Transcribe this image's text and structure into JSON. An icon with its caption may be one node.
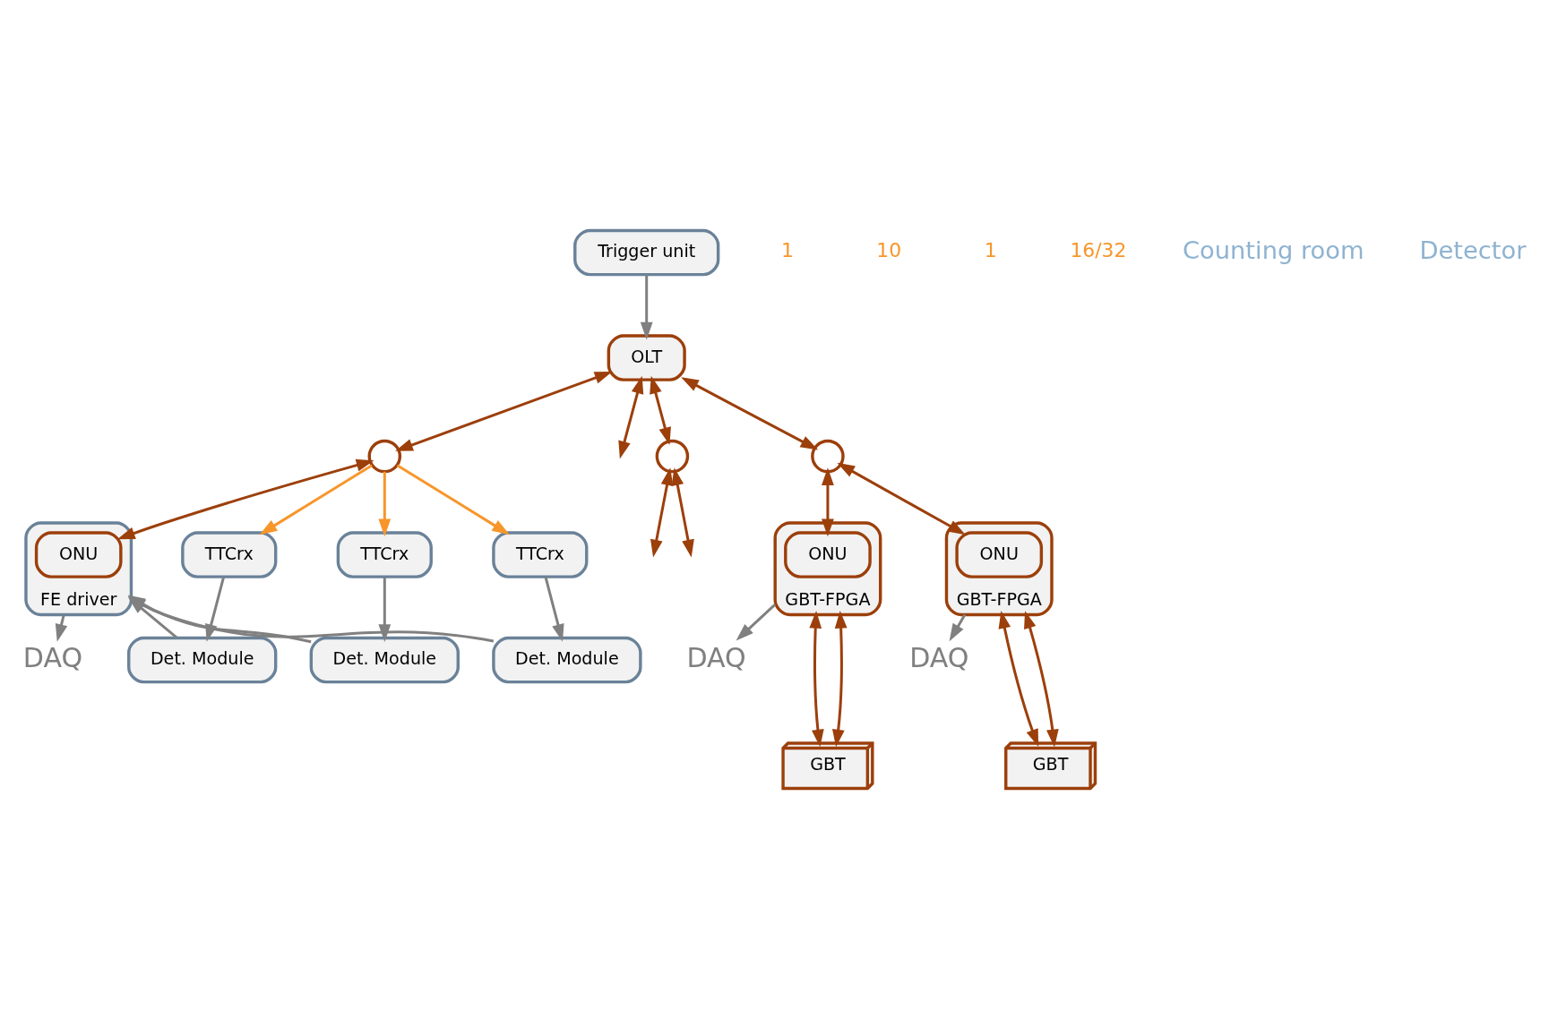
{
  "diagram": {
    "nodes": [
      {
        "text": [
          "Trigger unit"
        ]
      },
      {
        "text": [
          "OLT"
        ]
      },
      {
        "text": [],
        "shape": "circle"
      },
      {
        "text": [],
        "shape": "circle"
      },
      {
        "text": [],
        "shape": "circle"
      },
      {
        "text": [
          "FE driver"
        ]
      },
      {
        "text": [
          "ONU"
        ],
        "in": 5
      },
      {
        "text": [
          "GBT-FPGA"
        ]
      },
      {
        "text": [
          "ONU"
        ],
        "in": 7
      },
      {
        "text": [
          "GBT-FPGA"
        ]
      },
      {
        "text": [
          "ONU"
        ],
        "in": 9
      },
      {
        "text": [
          "DAQ"
        ]
      },
      {
        "text": [
          "DAQ"
        ]
      },
      {
        "text": [
          "DAQ"
        ]
      },
      {
        "text": [
          "TTCrx"
        ]
      },
      {
        "text": [
          "TTCrx"
        ]
      },
      {
        "text": [
          "TTCrx"
        ]
      },
      {
        "text": [
          "Det. Module"
        ]
      },
      {
        "text": [
          "Det. Module"
        ]
      },
      {
        "text": [
          "Det. Module"
        ]
      },
      {
        "text": [
          "GBT"
        ]
      },
      {
        "text": [
          "GBT"
        ]
      }
    ],
    "edges": [
      {
        "from": 0,
        "to": 1,
        "arrow": "to",
        "color": "#808080"
      },
      {
        "from": 1,
        "to": 2,
        "arrow": "both",
        "color": "#9c3f0b"
      },
      {
        "from": 1,
        "to": null,
        "arrow": "both",
        "color": "#9c3f0b"
      },
      {
        "from": 1,
        "to": 3,
        "arrow": "both",
        "color": "#9c3f0b"
      },
      {
        "from": 3,
        "to": null,
        "arrow": "both",
        "color": "#9c3f0b"
      },
      {
        "from": 3,
        "to": null,
        "arrow": "both",
        "color": "#9c3f0b"
      },
      {
        "from": 1,
        "to": 4,
        "arrow": "both",
        "color": "#9c3f0b"
      },
      {
        "from": 4,
        "to": 8,
        "arrow": "both",
        "color": "#9c3f0b"
      },
      {
        "from": 4,
        "to": 10,
        "arrow": "both",
        "color": "#9c3f0b"
      },
      {
        "from": 2,
        "to": 6,
        "arrow": "both",
        "color": "#9c3f0b"
      },
      {
        "from": 2,
        "to": 14,
        "arrow": "to",
        "color": "#f7962a"
      },
      {
        "from": 2,
        "to": 15,
        "arrow": "to",
        "color": "#f7962a"
      },
      {
        "from": 2,
        "to": 16,
        "arrow": "to",
        "color": "#f7962a"
      },
      {
        "from": 14,
        "to": 17,
        "arrow": "to",
        "color": "#808080"
      },
      {
        "from": 15,
        "to": 18,
        "arrow": "to",
        "color": "#808080"
      },
      {
        "from": 16,
        "to": 19,
        "arrow": "to",
        "color": "#808080"
      },
      {
        "from": 17,
        "to": 5,
        "arrow": "to",
        "color": "#808080"
      },
      {
        "from": 18,
        "to": 5,
        "arrow": "to",
        "color": "#808080"
      },
      {
        "from": 19,
        "to": 5,
        "arrow": "to",
        "color": "#808080"
      },
      {
        "from": 5,
        "to": 11,
        "arrow": "to",
        "color": "#808080"
      },
      {
        "from": 7,
        "to": 12,
        "arrow": "to",
        "color": "#808080"
      },
      {
        "from": 9,
        "to": 13,
        "arrow": "to",
        "color": "#808080"
      },
      {
        "from": 7,
        "to": 20,
        "arrow": "both",
        "color": "#9c3f0b"
      },
      {
        "from": 7,
        "to": 20,
        "arrow": "both",
        "color": "#9c3f0b"
      },
      {
        "from": 9,
        "to": 21,
        "arrow": "both",
        "color": "#9c3f0b"
      },
      {
        "from": 9,
        "to": 21,
        "arrow": "both",
        "color": "#9c3f0b"
      }
    ],
    "labels": [
      "1",
      "10",
      "1",
      "16/32",
      "Counting room",
      "Detector"
    ]
  }
}
